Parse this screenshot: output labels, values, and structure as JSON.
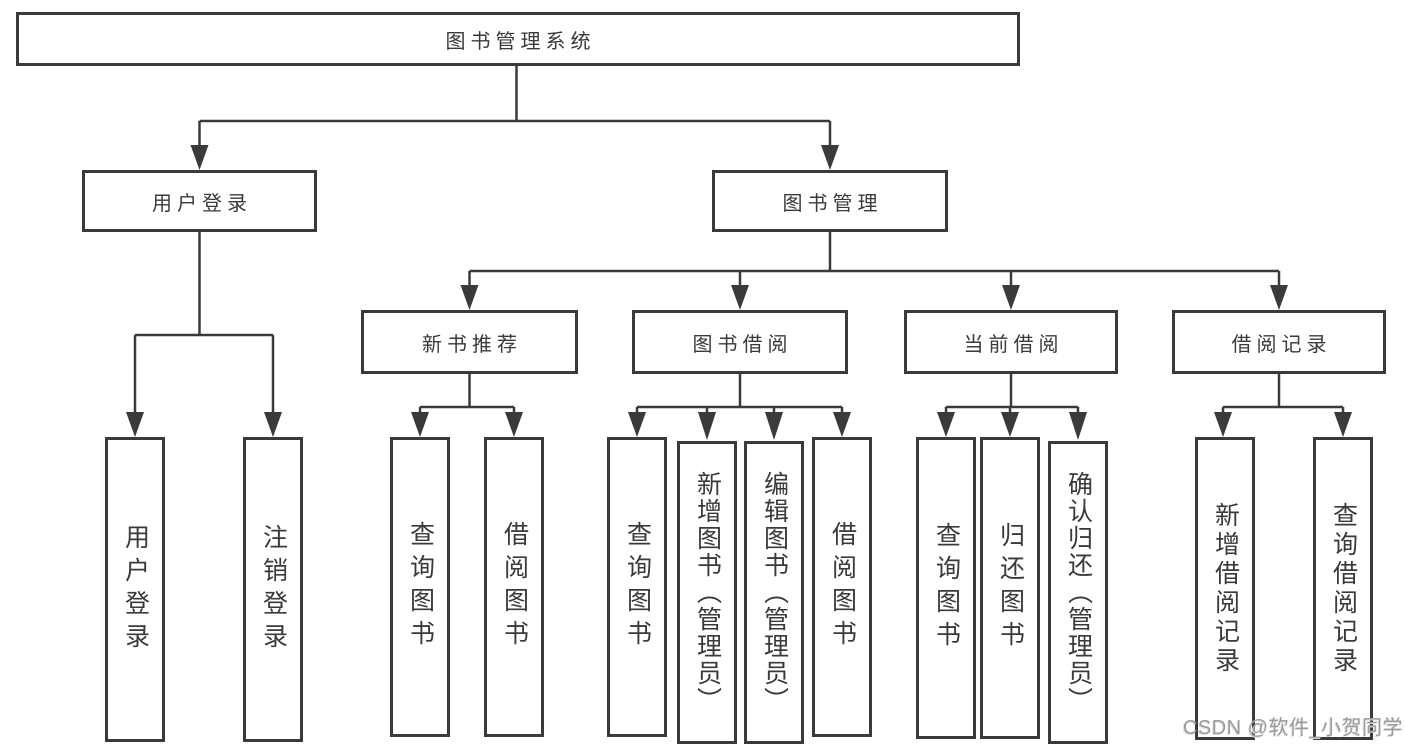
{
  "colors": {
    "line": "#3a3a3a",
    "text": "#3a3a3a",
    "watermark": "#9c9c9c",
    "background": "#ffffff"
  },
  "watermark": {
    "text": "CSDN @软件_小贺同学"
  },
  "tree": {
    "root": {
      "label": "图书管理系统"
    },
    "branches": [
      {
        "label": "用户登录",
        "children": [
          {
            "label": "用户登录"
          },
          {
            "label": "注销登录"
          }
        ]
      },
      {
        "label": "图书管理",
        "children": [
          {
            "label": "新书推荐",
            "children": [
              {
                "label": "查询图书"
              },
              {
                "label": "借阅图书"
              }
            ]
          },
          {
            "label": "图书借阅",
            "children": [
              {
                "label": "查询图书"
              },
              {
                "label": "新增图书（管理员）"
              },
              {
                "label": "编辑图书（管理员）"
              },
              {
                "label": "借阅图书"
              }
            ]
          },
          {
            "label": "当前借阅",
            "children": [
              {
                "label": "查询图书"
              },
              {
                "label": "归还图书"
              },
              {
                "label": "确认归还（管理员）"
              }
            ]
          },
          {
            "label": "借阅记录",
            "children": [
              {
                "label": "新增借阅记录"
              },
              {
                "label": "查询借阅记录"
              }
            ]
          }
        ]
      }
    ]
  }
}
